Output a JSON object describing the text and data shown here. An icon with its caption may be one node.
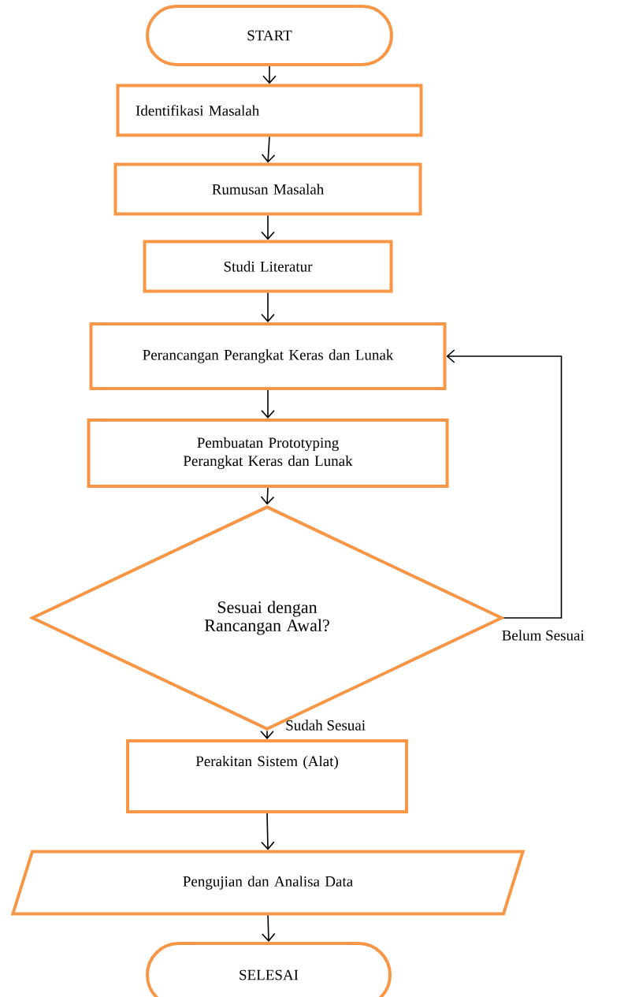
{
  "diagram": {
    "nodes": [
      {
        "text": [
          "START"
        ]
      },
      {
        "text": [
          "Identifikasi Masalah"
        ]
      },
      {
        "text": [
          "Rumusan Masalah"
        ]
      },
      {
        "text": [
          "Studi Literatur"
        ]
      },
      {
        "text": [
          "Perancangan Perangkat Keras dan Lunak"
        ]
      },
      {
        "text": [
          "Pembuatan Prototyping Perangkat Keras dan Lunak"
        ]
      },
      {
        "text": [
          "Sesuai dengan Rancangan Awal?"
        ]
      },
      {
        "text": [
          "Perakitan Sistem (Alat)"
        ]
      },
      {
        "text": [
          "Pengujian dan Analisa Data"
        ]
      },
      {
        "text": [
          "SELESAI"
        ]
      }
    ],
    "edges": [
      {
        "from": 0,
        "to": 1,
        "arrow": "to"
      },
      {
        "from": 1,
        "to": 2,
        "arrow": "to"
      },
      {
        "from": 2,
        "to": 3,
        "arrow": "to"
      },
      {
        "from": 3,
        "to": 4,
        "arrow": "to"
      },
      {
        "from": 4,
        "to": 5,
        "arrow": "to"
      },
      {
        "from": 5,
        "to": 6,
        "arrow": "to"
      },
      {
        "from": 6,
        "to": 7,
        "arrow": "to",
        "label": "Sudah Sesuai"
      },
      {
        "from": 7,
        "to": 8,
        "arrow": "to"
      },
      {
        "from": 8,
        "to": 9,
        "arrow": "to"
      },
      {
        "from": 6,
        "to": 4,
        "arrow": "to",
        "label": "Belum Sesuai"
      }
    ]
  }
}
